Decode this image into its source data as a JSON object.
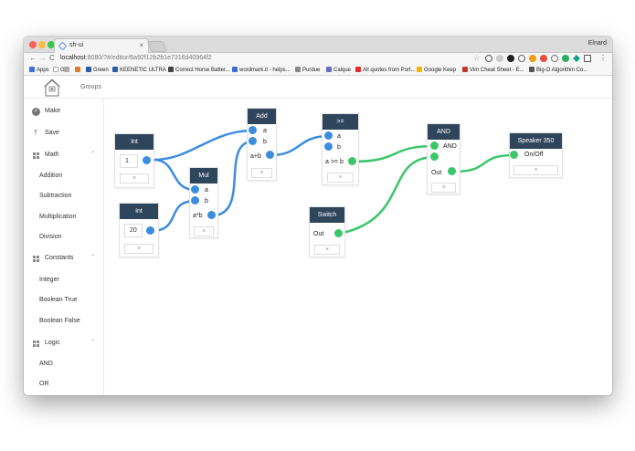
{
  "browser": {
    "tab_title": "sh-ui",
    "tab_close": "×",
    "profile_name": "Elnard",
    "url_host": "localhost",
    "url_path": ":8080/?#/editor/6a92f12b2b1e7316d40964f2",
    "menu": "⋮",
    "nav": {
      "back": "←",
      "forward": "→",
      "reload": "C"
    },
    "bookmarks": [
      {
        "label": "Apps",
        "color": "#3b6fd6"
      },
      {
        "label": "G",
        "color": "#ffffff"
      },
      {
        "label": "",
        "color": "#aaaaaa"
      },
      {
        "label": "",
        "color": "#e07a2e"
      },
      {
        "label": "Green",
        "color": "#2b5aa7"
      },
      {
        "label": "KEENETIC ULTRA",
        "color": "#2b5aa7"
      },
      {
        "label": "Correct Horse Batter...",
        "color": "#444444"
      },
      {
        "label": "wordmark.it - helps...",
        "color": "#3b6fd6"
      },
      {
        "label": "Purdue",
        "color": "#888888"
      },
      {
        "label": "Calque",
        "color": "#6a6ac8"
      },
      {
        "label": "All quotes from Port...",
        "color": "#e02a2a"
      },
      {
        "label": "Google Keep",
        "color": "#f4b400"
      },
      {
        "label": "Vim Cheat Sheet - E...",
        "color": "#c0392b"
      },
      {
        "label": "Big-O Algorithm Co...",
        "color": "#555555"
      }
    ]
  },
  "app": {
    "groups_label": "Groups",
    "sidebar": [
      {
        "label": "Make",
        "icon": "check-circle-icon",
        "kind": "action"
      },
      {
        "label": "Save",
        "icon": "upload-icon",
        "kind": "action"
      },
      {
        "label": "Math",
        "icon": "grid-icon",
        "kind": "group",
        "caret": "⌃"
      },
      {
        "label": "Addition",
        "kind": "sub"
      },
      {
        "label": "Subtraction",
        "kind": "sub"
      },
      {
        "label": "Multiplication",
        "kind": "sub"
      },
      {
        "label": "Division",
        "kind": "sub"
      },
      {
        "label": "Constants",
        "icon": "grid-icon",
        "kind": "group",
        "caret": "⌃"
      },
      {
        "label": "Integer",
        "kind": "sub"
      },
      {
        "label": "Boolean True",
        "kind": "sub"
      },
      {
        "label": "Boolean False",
        "kind": "sub"
      },
      {
        "label": "Logic",
        "icon": "grid-icon",
        "kind": "group",
        "caret": "⌃"
      },
      {
        "label": "AND",
        "kind": "sub"
      },
      {
        "label": "OR",
        "kind": "sub"
      }
    ],
    "nodes": {
      "int1": {
        "title": "Int",
        "value": "1",
        "delete": "×"
      },
      "int2": {
        "title": "Int",
        "value": "20",
        "delete": "×"
      },
      "mul": {
        "title": "Mul",
        "in_a": "a",
        "in_b": "b",
        "out": "a*b",
        "delete": "×"
      },
      "add": {
        "title": "Add",
        "in_a": "a",
        "in_b": "b",
        "out": "a+b",
        "delete": "×"
      },
      "gte": {
        "title": ">=",
        "in_a": "a",
        "in_b": "b",
        "out": "a >= b",
        "delete": "×"
      },
      "switch": {
        "title": "Switch",
        "out": "Out",
        "delete": "×"
      },
      "and": {
        "title": "AND",
        "in_a": "AND",
        "out": "Out",
        "delete": "×"
      },
      "speaker": {
        "title": "Speaker 350",
        "in_a": "On/Off",
        "delete": "×"
      }
    },
    "colors": {
      "node_header": "#2f455c",
      "number_port": "#3c8dde",
      "boolean_port": "#3cc66a"
    }
  }
}
